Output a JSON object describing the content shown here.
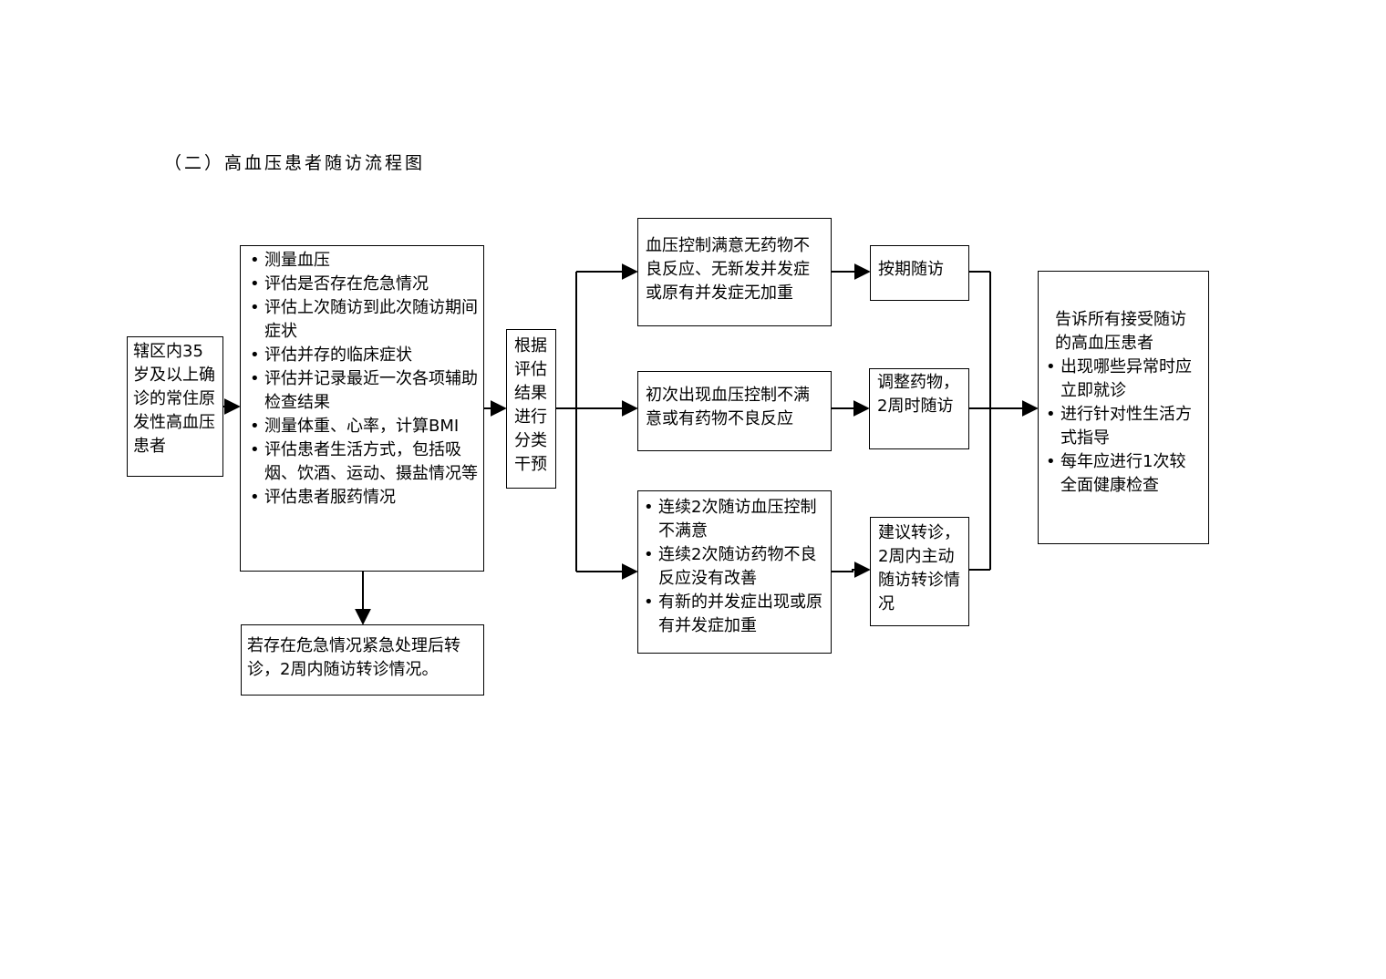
{
  "title": "（二）高血压患者随访流程图",
  "boxes": {
    "start": "辖区内35岁及以上确诊的常住原发性高血压患者",
    "assessment": [
      "测量血压",
      "评估是否存在危急情况",
      "评估上次随访到此次随访期间症状",
      "评估并存的临床症状",
      "评估并记录最近一次各项辅助检查结果",
      "测量体重、心率，计算BMI",
      "评估患者生活方式，包括吸烟、饮酒、运动、摄盐情况等",
      "评估患者服药情况"
    ],
    "emergency": "若存在危急情况紧急处理后转诊，2周内随访转诊情况。",
    "classify": "根据评估结果进行分类干预",
    "case1": "血压控制满意无药物不良反应、无新发并发症或原有并发症无加重",
    "case2": "初次出现血压控制不满意或有药物不良反应",
    "case3": [
      "连续2次随访血压控制不满意",
      "连续2次随访药物不良反应没有改善",
      "有新的并发症出现或原有并发症加重"
    ],
    "action1": "按期随访",
    "action2": "调整药物，2周时随访",
    "action3": "建议转诊，2周内主动随访转诊情况",
    "final_intro": "告诉所有接受随访的高血压患者",
    "final_items": [
      "出现哪些异常时应立即就诊",
      "进行针对性生活方式指导",
      "每年应进行1次较全面健康检查"
    ]
  }
}
